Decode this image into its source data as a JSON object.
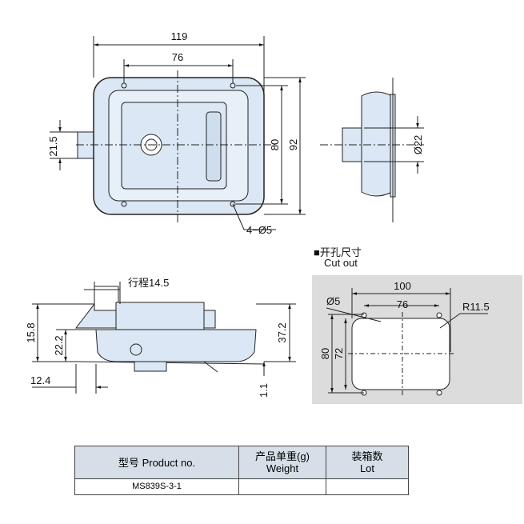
{
  "front_view": {
    "dim_width": "119",
    "dim_hole_spacing": "76",
    "dim_hole_height": "80",
    "dim_height": "92",
    "dim_bolt": "21.5",
    "dim_holes": "4−Ø5"
  },
  "side_view": {
    "dim_diameter": "Ø22"
  },
  "bottom_view": {
    "stroke_label": "行程14.5",
    "dim_a": "15.8",
    "dim_b": "22.2",
    "dim_c": "37.2",
    "dim_d": "12.4",
    "dim_e": "1.1"
  },
  "cutout": {
    "title_cn": "■开孔尺寸",
    "title_en": "Cut out",
    "dim_width": "100",
    "dim_hole": "Ø5",
    "dim_spacing": "76",
    "dim_radius": "R11.5",
    "dim_height": "80",
    "dim_inner_height": "72"
  },
  "table": {
    "headers": [
      {
        "cn": "型号",
        "en": "Product no."
      },
      {
        "cn": "产品单重(g)",
        "en": "Weight"
      },
      {
        "cn": "装箱数",
        "en": "Lot"
      }
    ],
    "rows": [
      {
        "product": "MS839S-3-1",
        "weight": "",
        "lot": ""
      }
    ]
  },
  "colors": {
    "part_fill": "#dbe7f4",
    "cutout_bg": "#dcdcdc",
    "header_bg": "#d6dfe8"
  }
}
